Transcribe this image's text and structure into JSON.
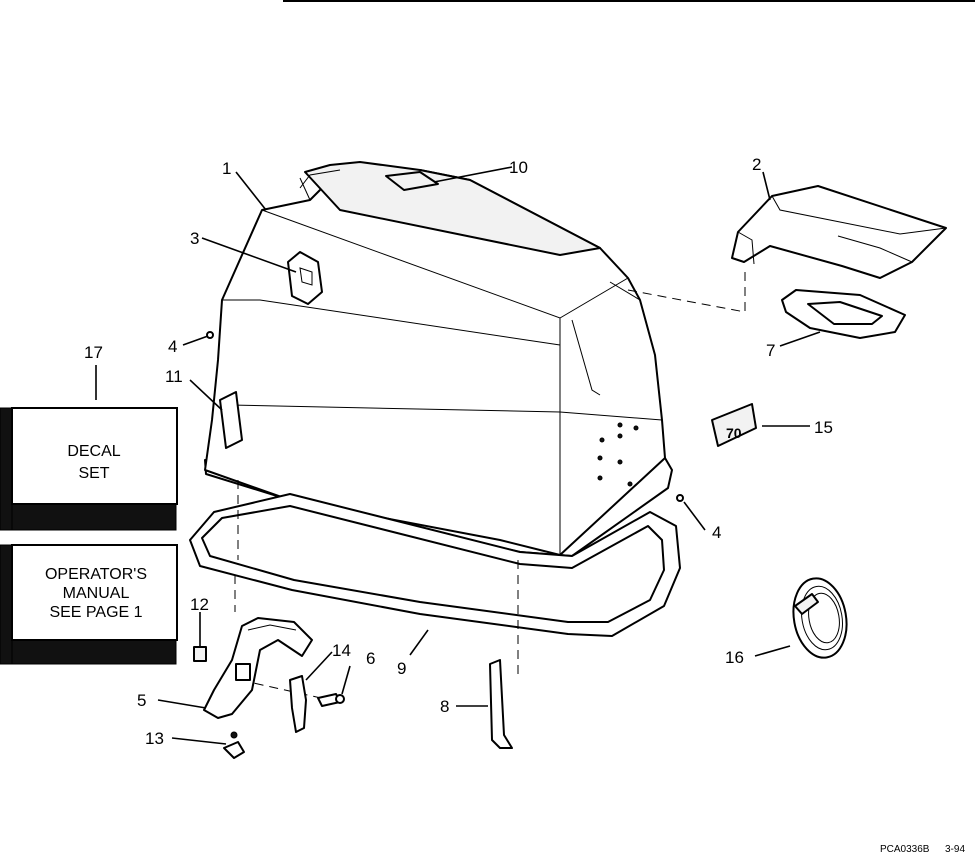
{
  "callouts": {
    "c1": "1",
    "c2": "2",
    "c3": "3",
    "c4a": "4",
    "c4b": "4",
    "c5": "5",
    "c6": "6",
    "c7": "7",
    "c8": "8",
    "c9": "9",
    "c10": "10",
    "c11": "11",
    "c12": "12",
    "c13": "13",
    "c14": "14",
    "c15": "15",
    "c16": "16",
    "c17": "17"
  },
  "decal_box": {
    "line1": "DECAL",
    "line2": "SET"
  },
  "manual_box": {
    "line1": "OPERATOR'S",
    "line2": "MANUAL",
    "line3": "SEE PAGE 1"
  },
  "footer": {
    "code": "PCA0336B",
    "date": "3-94"
  }
}
